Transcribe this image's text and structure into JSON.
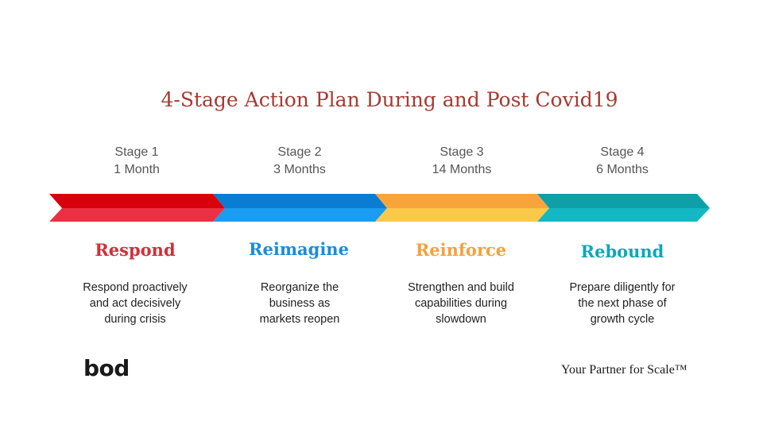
{
  "title": "4-Stage Action Plan During and Post Covid19",
  "stages": [
    {
      "stage": "Stage 1",
      "duration": "1 Month",
      "name": "Respond",
      "lines": [
        "Respond proactively",
        "and act decisively",
        "during crisis"
      ],
      "color": "#d0303a",
      "arrow_top": "#d8000c",
      "arrow_bottom": "#ec3043"
    },
    {
      "stage": "Stage 2",
      "duration": "3 Months",
      "name": "Reimagine",
      "lines": [
        "Reorganize the",
        "business as",
        "markets reopen"
      ],
      "color": "#1e8bd6",
      "arrow_top": "#0a7dd2",
      "arrow_bottom": "#1a9cf0"
    },
    {
      "stage": "Stage 3",
      "duration": "14 Months",
      "name": "Reinforce",
      "lines": [
        "Strengthen and build",
        "capabilities during",
        "slowdown"
      ],
      "color": "#f5a13c",
      "arrow_top": "#f7a53b",
      "arrow_bottom": "#fcc84a"
    },
    {
      "stage": "Stage 4",
      "duration": "6 Months",
      "name": "Rebound",
      "lines": [
        "Prepare diligently for",
        "the next phase of",
        "growth cycle"
      ],
      "color": "#13a5b7",
      "arrow_top": "#0e9fa9",
      "arrow_bottom": "#14b8c4"
    }
  ],
  "footer": {
    "logo": "bod",
    "tagline": "Your Partner for Scale™"
  }
}
